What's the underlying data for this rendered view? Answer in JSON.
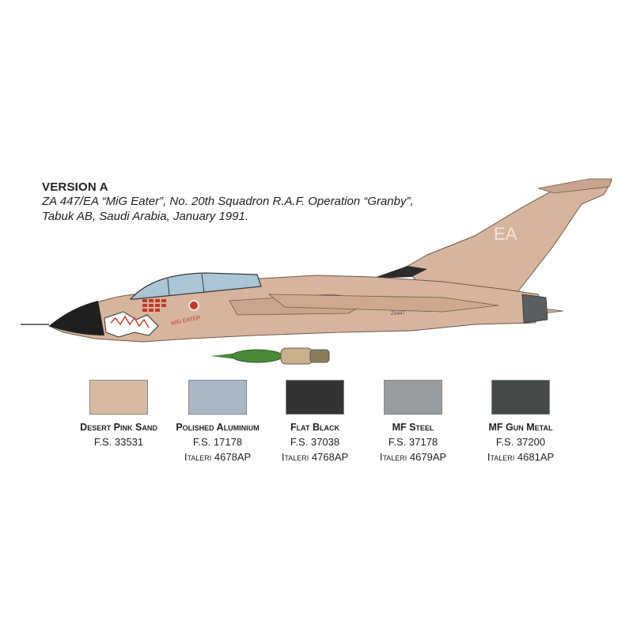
{
  "header": {
    "title": "VERSION A",
    "caption_line1": "ZA 447/EA “MiG Eater”, No. 20th Squadron R.A.F. Operation “Granby”,",
    "caption_line2": "Tabuk AB, Saudi Arabia, January 1991."
  },
  "aircraft": {
    "tail_code": "EA",
    "serial": "ZA447",
    "nose_art": "MiG EATER",
    "colors": {
      "body": "#d7b49c",
      "canopy": "#a9c5d6",
      "nose": "#1f1f1f",
      "bomb": "#4a8a3a",
      "markings": "#c0392b"
    }
  },
  "swatches": [
    {
      "name": "Desert Pink Sand",
      "fs": "F.S. 33531",
      "code": "",
      "color": "#d7b9a2"
    },
    {
      "name": "Polished Aluminium",
      "fs": "F.S. 17178",
      "code": "Italeri 4678AP",
      "color": "#a9b7c2"
    },
    {
      "name": "Flat Black",
      "fs": "F.S. 37038",
      "code": "Italeri 4768AP",
      "color": "#333335"
    },
    {
      "name": "MF Steel",
      "fs": "F.S. 37178",
      "code": "Italeri 4679AP",
      "color": "#999c9f"
    },
    {
      "name": "MF Gun Metal",
      "fs": "F.S. 37200",
      "code": "Italeri 4681AP",
      "color": "#434a49"
    }
  ]
}
